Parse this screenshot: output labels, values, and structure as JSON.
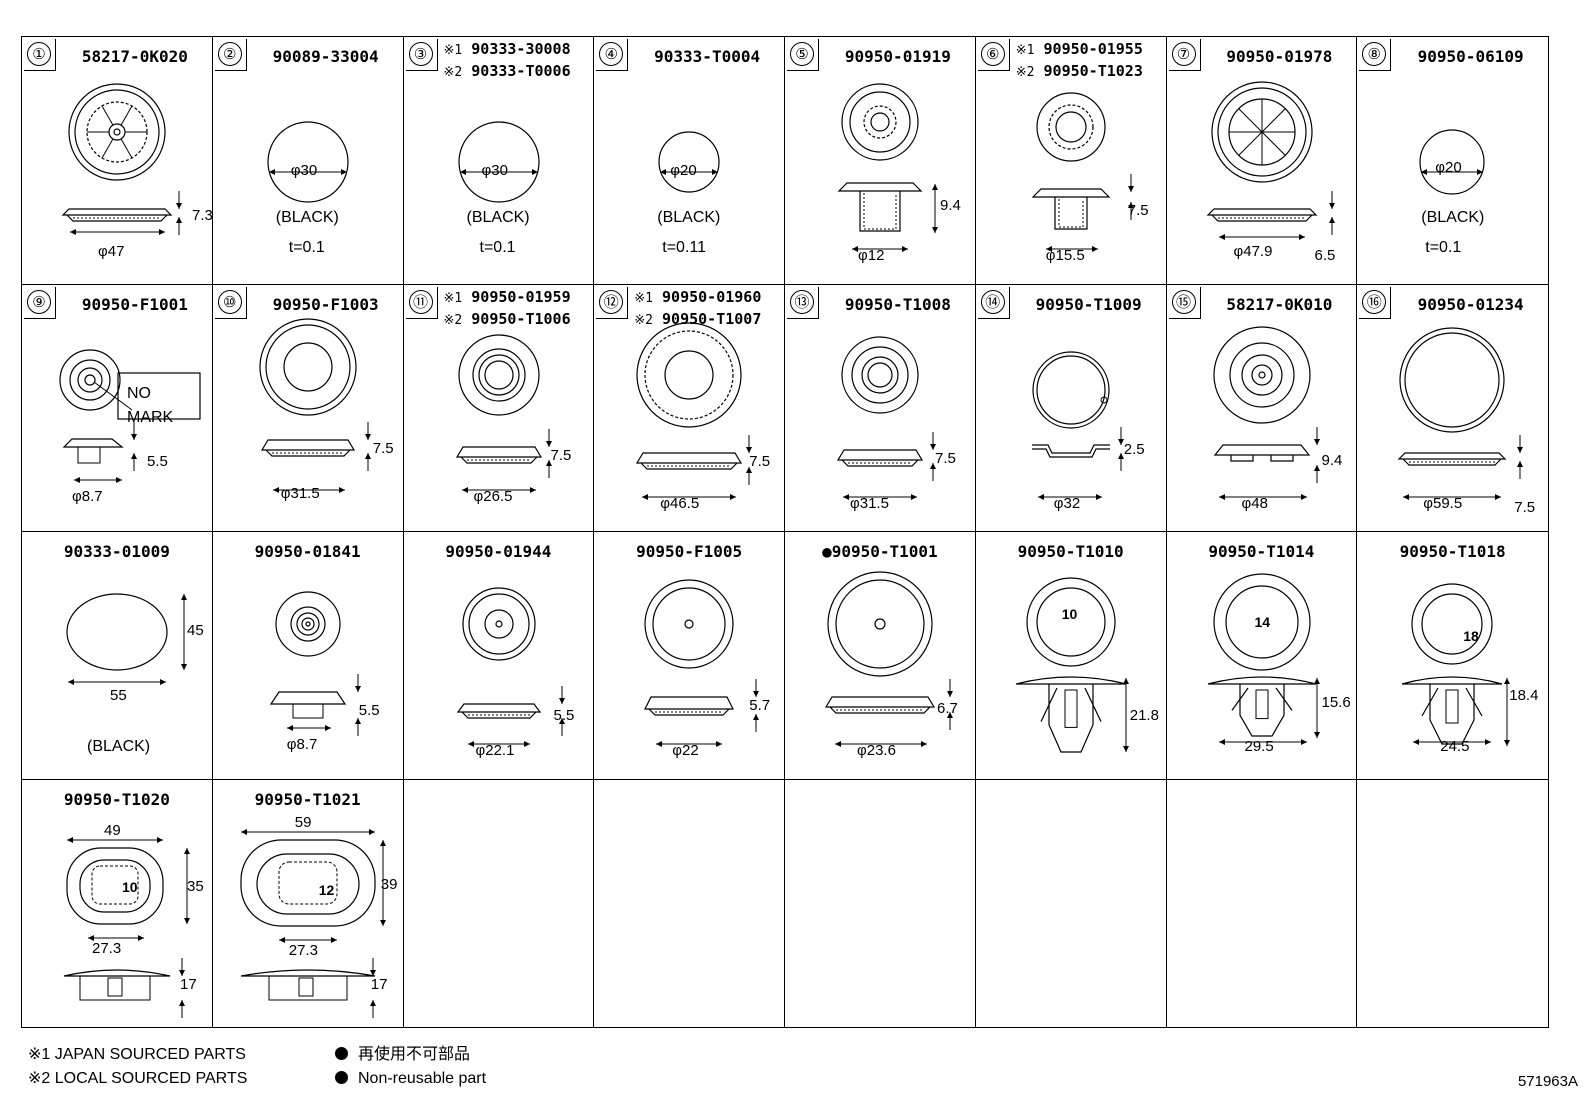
{
  "cells": [
    {
      "num": "①",
      "part": "58217-0K020",
      "dims": [
        "7.3",
        "φ47"
      ]
    },
    {
      "num": "②",
      "part": "90089-33004",
      "dims": [
        "φ30"
      ],
      "labels": [
        "(BLACK)",
        "t=0.1"
      ]
    },
    {
      "num": "③",
      "part_lines": [
        {
          "mark": "※1",
          "part": "90333-30008"
        },
        {
          "mark": "※2",
          "part": "90333-T0006"
        }
      ],
      "dims": [
        "φ30"
      ],
      "labels": [
        "(BLACK)",
        "t=0.1"
      ]
    },
    {
      "num": "④",
      "part": "90333-T0004",
      "dims": [
        "φ20"
      ],
      "labels": [
        "(BLACK)",
        "t=0.11"
      ]
    },
    {
      "num": "⑤",
      "part": "90950-01919",
      "dims": [
        "9.4",
        "φ12"
      ]
    },
    {
      "num": "⑥",
      "part_lines": [
        {
          "mark": "※1",
          "part": "90950-01955"
        },
        {
          "mark": "※2",
          "part": "90950-T1023"
        }
      ],
      "dims": [
        "7.5",
        "φ15.5"
      ]
    },
    {
      "num": "⑦",
      "part": "90950-01978",
      "dims": [
        "φ47.9",
        "6.5"
      ]
    },
    {
      "num": "⑧",
      "part": "90950-06109",
      "dims": [
        "φ20"
      ],
      "labels": [
        "(BLACK)",
        "t=0.1"
      ]
    },
    {
      "num": "⑨",
      "part": "90950-F1001",
      "dims": [
        "5.5",
        "φ8.7"
      ],
      "labels": [
        "NO",
        "MARK"
      ]
    },
    {
      "num": "⑩",
      "part": "90950-F1003",
      "dims": [
        "7.5",
        "φ31.5"
      ]
    },
    {
      "num": "⑪",
      "part_lines": [
        {
          "mark": "※1",
          "part": "90950-01959"
        },
        {
          "mark": "※2",
          "part": "90950-T1006"
        }
      ],
      "dims": [
        "7.5",
        "φ26.5"
      ]
    },
    {
      "num": "⑫",
      "part_lines": [
        {
          "mark": "※1",
          "part": "90950-01960"
        },
        {
          "mark": "※2",
          "part": "90950-T1007"
        }
      ],
      "dims": [
        "7.5",
        "φ46.5"
      ]
    },
    {
      "num": "⑬",
      "part": "90950-T1008",
      "dims": [
        "7.5",
        "φ31.5"
      ]
    },
    {
      "num": "⑭",
      "part": "90950-T1009",
      "dims": [
        "2.5",
        "φ32"
      ]
    },
    {
      "num": "⑮",
      "part": "58217-0K010",
      "dims": [
        "9.4",
        "φ48"
      ]
    },
    {
      "num": "⑯",
      "part": "90950-01234",
      "dims": [
        "φ59.5",
        "7.5"
      ]
    },
    {
      "part": "90333-01009",
      "dims": [
        "45",
        "55"
      ],
      "labels": [
        "(BLACK)"
      ]
    },
    {
      "part": "90950-01841",
      "dims": [
        "5.5",
        "φ8.7"
      ]
    },
    {
      "part": "90950-01944",
      "dims": [
        "5.5",
        "φ22.1"
      ]
    },
    {
      "part": "90950-F1005",
      "dims": [
        "5.7",
        "φ22"
      ]
    },
    {
      "part": "●90950-T1001",
      "dims": [
        "6.7",
        "φ23.6"
      ]
    },
    {
      "part": "90950-T1010",
      "dims": [
        "21.8"
      ],
      "labels": [
        "10"
      ]
    },
    {
      "part": "90950-T1014",
      "dims": [
        "15.6",
        "29.5"
      ],
      "labels": [
        "14"
      ]
    },
    {
      "part": "90950-T1018",
      "dims": [
        "18.4",
        "24.5"
      ],
      "labels": [
        "18"
      ]
    },
    {
      "part": "90950-T1020",
      "dims": [
        "49",
        "35",
        "27.3",
        "17"
      ],
      "labels": [
        "10"
      ]
    },
    {
      "part": "90950-T1021",
      "dims": [
        "59",
        "39",
        "27.3",
        "17"
      ],
      "labels": [
        "12"
      ]
    },
    {},
    {},
    {},
    {},
    {},
    {}
  ],
  "footer": {
    "note1": "※1 JAPAN SOURCED PARTS",
    "note2": "※2 LOCAL SOURCED PARTS",
    "legend_jp": "再使用不可部品",
    "legend_en": "Non-reusable part"
  },
  "ref": "571963A"
}
